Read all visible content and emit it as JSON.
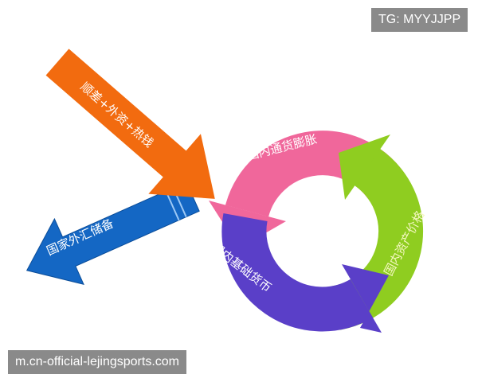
{
  "watermark_top": "TG: MYYJJPP",
  "watermark_bottom": "m.cn-official-lejingsports.com",
  "arrows": {
    "inflow": {
      "label": "顺差+外资+热钱",
      "color": "#f26b0f"
    },
    "reserves": {
      "label": "国家外汇储备",
      "color": "#1467c4"
    }
  },
  "cycle": [
    {
      "label": "国内通货膨胀",
      "color": "#f0679b"
    },
    {
      "label": "国内资产价格",
      "color": "#8fcd20"
    },
    {
      "label": "国内基础货币",
      "color": "#5a3fc8"
    }
  ]
}
